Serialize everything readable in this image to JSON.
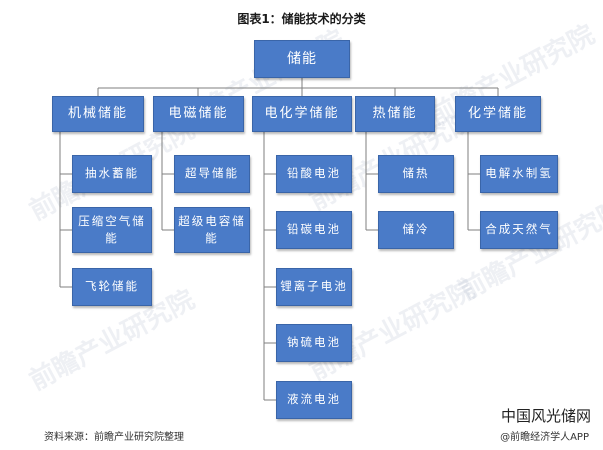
{
  "title": "图表1：储能技术的分类",
  "root": "储能",
  "categories": [
    {
      "label": "机械储能",
      "items": [
        "抽水蓄能",
        "压缩空气储能",
        "飞轮储能"
      ]
    },
    {
      "label": "电磁储能",
      "items": [
        "超导储能",
        "超级电容储能"
      ]
    },
    {
      "label": "电化学储能",
      "items": [
        "铅酸电池",
        "铅碳电池",
        "锂离子电池",
        "钠硫电池",
        "液流电池"
      ]
    },
    {
      "label": "热储能",
      "items": [
        "储热",
        "储冷"
      ]
    },
    {
      "label": "化学储能",
      "items": [
        "电解水制氢",
        "合成天然气"
      ]
    }
  ],
  "footer": {
    "source": "资料来源：前瞻产业研究院整理",
    "credit": "@前瞻经济学人APP",
    "brand": "中国风光储网"
  },
  "watermark": "前瞻产业研究院",
  "colors": {
    "box": "#4a7bc8",
    "box_border": "#3a65a8",
    "line": "#7f7f7f"
  }
}
